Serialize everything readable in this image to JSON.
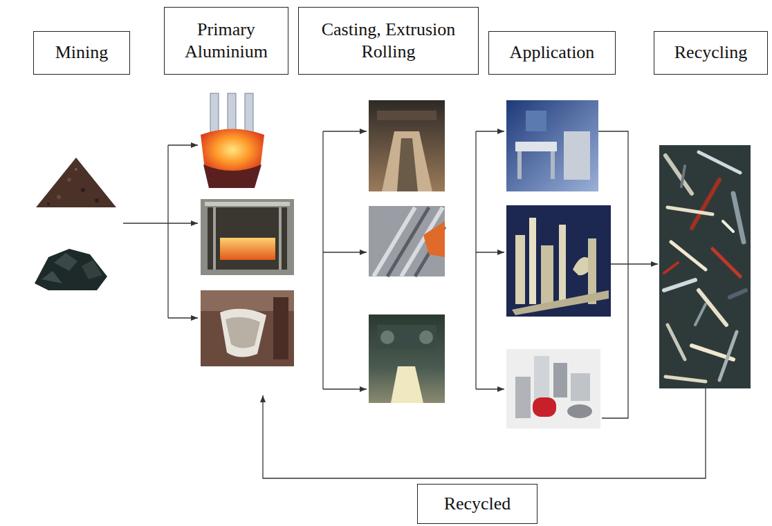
{
  "diagram": {
    "nodes": [
      {
        "text": [
          "Mining"
        ]
      },
      {
        "text": [
          "Primary Aluminium"
        ]
      },
      {
        "text": [
          "Casting, Extrusion Rolling"
        ]
      },
      {
        "text": [
          "Application"
        ]
      },
      {
        "text": [
          "Recycling"
        ]
      },
      {
        "text": [
          "Recycled"
        ]
      }
    ]
  }
}
